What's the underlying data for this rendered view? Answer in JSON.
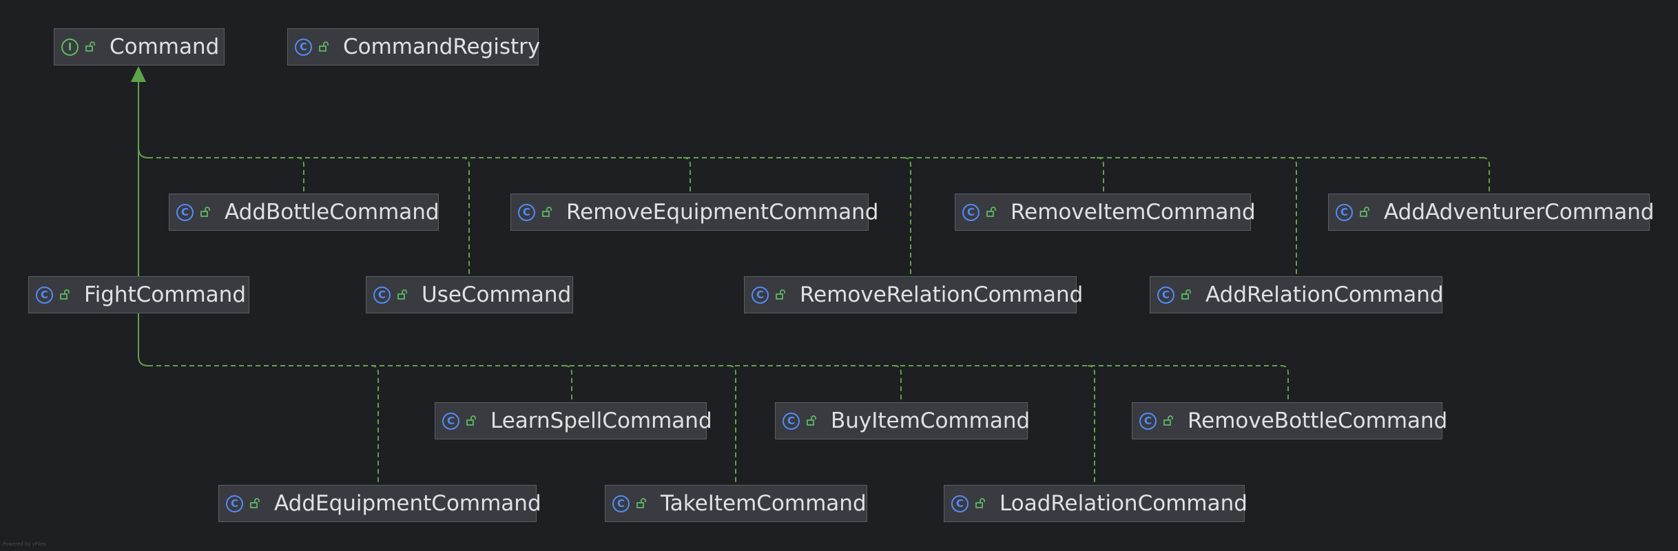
{
  "diagram": {
    "colors": {
      "background": "#1e1f22",
      "node_fill": "#393b40",
      "node_border": "#5b5e64",
      "text": "#dfe1e5",
      "edge": "#5fa34a",
      "class_icon": "#548af7",
      "interface_icon": "#5fb865"
    },
    "nodes": [
      {
        "id": "command",
        "label": "Command",
        "kind": "interface",
        "kind_glyph": "I",
        "icon": "interface-icon"
      },
      {
        "id": "command-registry",
        "label": "CommandRegistry",
        "kind": "class",
        "kind_glyph": "C",
        "icon": "class-icon"
      },
      {
        "id": "add-bottle",
        "label": "AddBottleCommand",
        "kind": "class",
        "kind_glyph": "C",
        "icon": "class-icon"
      },
      {
        "id": "remove-equipment",
        "label": "RemoveEquipmentCommand",
        "kind": "class",
        "kind_glyph": "C",
        "icon": "class-icon"
      },
      {
        "id": "remove-item",
        "label": "RemoveItemCommand",
        "kind": "class",
        "kind_glyph": "C",
        "icon": "class-icon"
      },
      {
        "id": "add-adventurer",
        "label": "AddAdventurerCommand",
        "kind": "class",
        "kind_glyph": "C",
        "icon": "class-icon"
      },
      {
        "id": "fight",
        "label": "FightCommand",
        "kind": "class",
        "kind_glyph": "C",
        "icon": "class-icon"
      },
      {
        "id": "use",
        "label": "UseCommand",
        "kind": "class",
        "kind_glyph": "C",
        "icon": "class-icon"
      },
      {
        "id": "remove-relation",
        "label": "RemoveRelationCommand",
        "kind": "class",
        "kind_glyph": "C",
        "icon": "class-icon"
      },
      {
        "id": "add-relation",
        "label": "AddRelationCommand",
        "kind": "class",
        "kind_glyph": "C",
        "icon": "class-icon"
      },
      {
        "id": "learn-spell",
        "label": "LearnSpellCommand",
        "kind": "class",
        "kind_glyph": "C",
        "icon": "class-icon"
      },
      {
        "id": "buy-item",
        "label": "BuyItemCommand",
        "kind": "class",
        "kind_glyph": "C",
        "icon": "class-icon"
      },
      {
        "id": "remove-bottle",
        "label": "RemoveBottleCommand",
        "kind": "class",
        "kind_glyph": "C",
        "icon": "class-icon"
      },
      {
        "id": "add-equipment",
        "label": "AddEquipmentCommand",
        "kind": "class",
        "kind_glyph": "C",
        "icon": "class-icon"
      },
      {
        "id": "take-item",
        "label": "TakeItemCommand",
        "kind": "class",
        "kind_glyph": "C",
        "icon": "class-icon"
      },
      {
        "id": "load-relation",
        "label": "LoadRelationCommand",
        "kind": "class",
        "kind_glyph": "C",
        "icon": "class-icon"
      }
    ],
    "edges": [
      {
        "from": "add-bottle",
        "to": "command",
        "type": "implements"
      },
      {
        "from": "use",
        "to": "command",
        "type": "implements"
      },
      {
        "from": "remove-equipment",
        "to": "command",
        "type": "implements"
      },
      {
        "from": "remove-relation",
        "to": "command",
        "type": "implements"
      },
      {
        "from": "remove-item",
        "to": "command",
        "type": "implements"
      },
      {
        "from": "add-relation",
        "to": "command",
        "type": "implements"
      },
      {
        "from": "add-adventurer",
        "to": "command",
        "type": "implements"
      },
      {
        "from": "add-equipment",
        "to": "command",
        "type": "implements"
      },
      {
        "from": "learn-spell",
        "to": "command",
        "type": "implements"
      },
      {
        "from": "take-item",
        "to": "command",
        "type": "implements"
      },
      {
        "from": "buy-item",
        "to": "command",
        "type": "implements"
      },
      {
        "from": "load-relation",
        "to": "command",
        "type": "implements"
      },
      {
        "from": "remove-bottle",
        "to": "command",
        "type": "implements"
      },
      {
        "from": "fight",
        "to": "command",
        "type": "implements"
      }
    ]
  }
}
